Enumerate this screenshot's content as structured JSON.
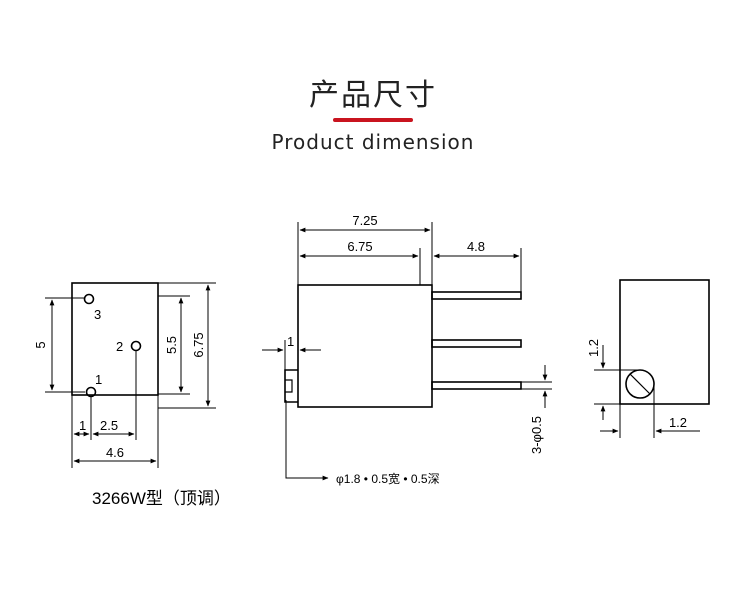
{
  "header": {
    "title_cn": "产品尺寸",
    "title_en": "Product dimension",
    "accent_color": "#c9141f"
  },
  "front_view": {
    "pins": [
      "3",
      "2",
      "1"
    ],
    "dims": {
      "height": "5",
      "inner_height": "5.5",
      "outer_height": "6.75",
      "offset": "1",
      "pitch": "2.5",
      "width": "4.6"
    }
  },
  "side_view": {
    "dims": {
      "overall": "7.25",
      "body": "6.75",
      "pin_length": "4.8",
      "tab": "1",
      "pin_spec": "3-φ0.5"
    },
    "note": "φ1.8 • 0.5宽 • 0.5深"
  },
  "top_view": {
    "dims": {
      "vertical": "1.2",
      "horizontal": "1.2"
    }
  },
  "caption": "3266W型（顶调）"
}
